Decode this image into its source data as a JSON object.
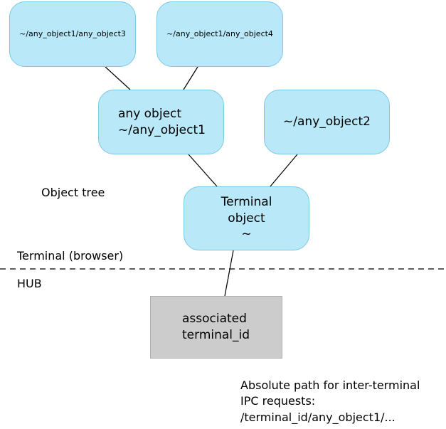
{
  "nodes": {
    "object3": {
      "label": "~/any_object1/any_object3"
    },
    "object4": {
      "label": "~/any_object1/any_object4"
    },
    "object1": {
      "line1": "any object",
      "line2": "~/any_object1"
    },
    "object2": {
      "label": "~/any_object2"
    },
    "terminal": {
      "line1": "Terminal",
      "line2": "object",
      "line3": "~"
    }
  },
  "hub_box": {
    "line1": "associated",
    "line2": "terminal_id"
  },
  "labels": {
    "object_tree": "Object tree",
    "terminal_browser": "Terminal (browser)",
    "hub": "HUB"
  },
  "note": {
    "line1": "Absolute path for inter-terminal",
    "line2": "IPC requests:",
    "line3": "/terminal_id/any_object1/..."
  },
  "colors": {
    "node_fill": "#b9e9f9",
    "hub_fill": "#cccccc",
    "connector": "#000000"
  }
}
